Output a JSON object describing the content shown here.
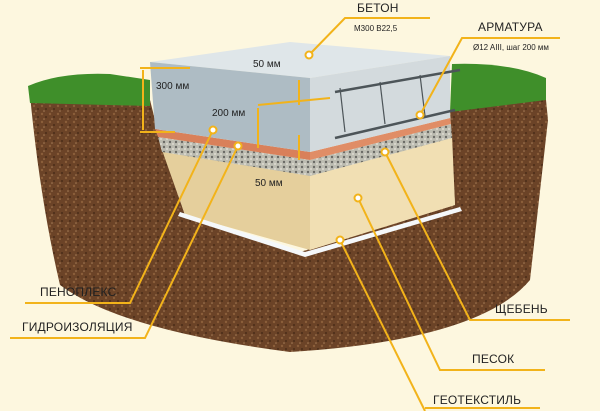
{
  "labels": {
    "concrete": "БЕТОН",
    "concrete_grade": "М300 В22,5",
    "rebar": "АРМАТУРА",
    "rebar_spec": "Ø12 AIII, шаг 200 мм",
    "penoplex": "ПЕНОПЛЕКС",
    "waterproofing": "ГИДРОИЗОЛЯЦИЯ",
    "gravel": "ЩЕБЕНЬ",
    "sand": "ПЕСОК",
    "geotextile": "ГЕОТЕКСТИЛЬ"
  },
  "dimensions": {
    "slab_thickness": "300 мм",
    "rebar_spacing": "200 мм",
    "top_cover": "50 мм",
    "bottom_cover": "50 мм"
  },
  "colors": {
    "background": "#fdf7df",
    "leader": "#f2b31a",
    "soil": "#6b4327",
    "grass": "#3f8f2a",
    "concrete": "#c9d3d8",
    "sand": "#ecd7a6",
    "penoplex": "#d9805a"
  }
}
